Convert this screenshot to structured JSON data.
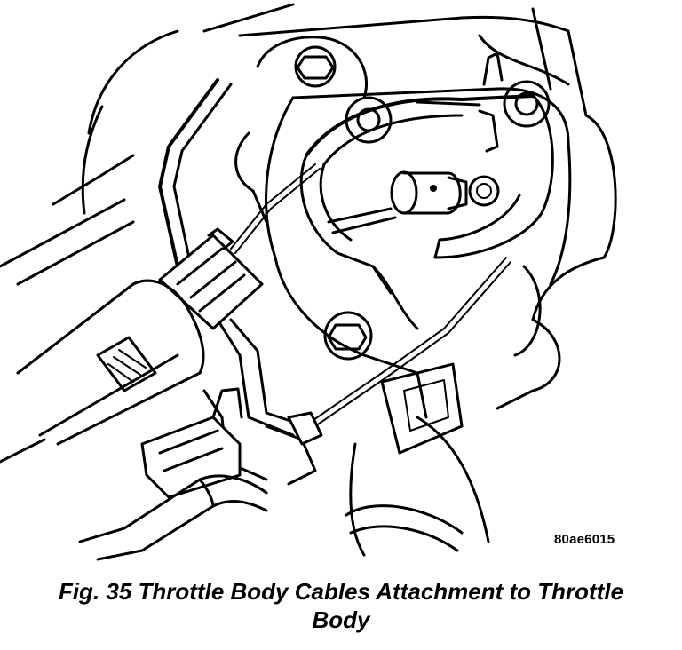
{
  "figure": {
    "reference_code": "80ae6015",
    "caption_line1": "Fig. 35 Throttle Body Cables Attachment to Throttle",
    "caption_line2": "Body"
  }
}
